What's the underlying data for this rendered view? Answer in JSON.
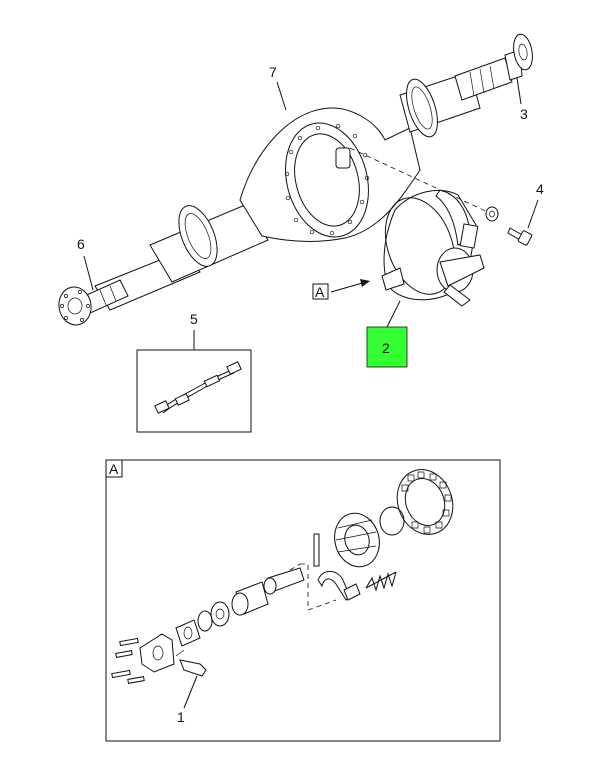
{
  "callouts": {
    "c1": "1",
    "c2": "2",
    "c3": "3",
    "c4": "4",
    "c5": "5",
    "c6": "6",
    "c7": "7"
  },
  "view_marker": "A",
  "detail_label": "A",
  "colors": {
    "highlight": "#33ff33",
    "ink": "#111111",
    "background": "#ffffff"
  }
}
